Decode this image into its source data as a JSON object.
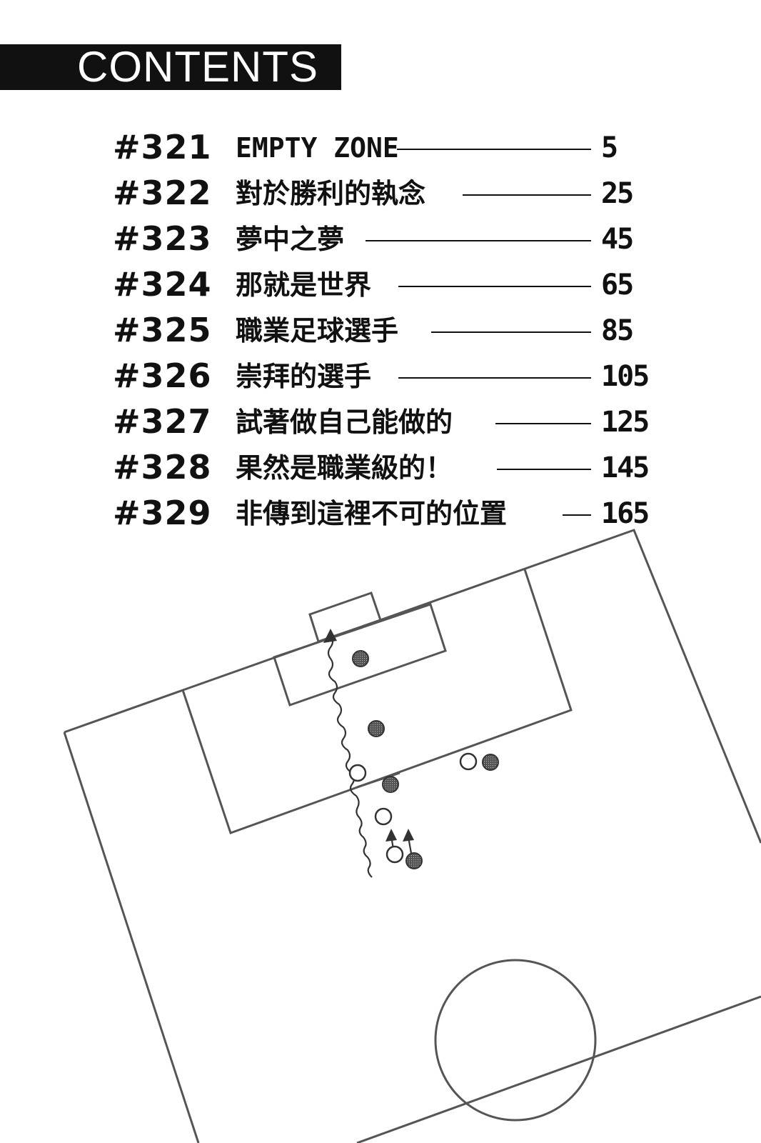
{
  "header": {
    "title": "CONTENTS"
  },
  "chapters": [
    {
      "number": "#321",
      "title": "EMPTY ZONE",
      "page": "5"
    },
    {
      "number": "#322",
      "title": "對於勝利的執念",
      "page": "25"
    },
    {
      "number": "#323",
      "title": "夢中之夢",
      "page": "45"
    },
    {
      "number": "#324",
      "title": "那就是世界",
      "page": "65"
    },
    {
      "number": "#325",
      "title": "職業足球選手",
      "page": "85"
    },
    {
      "number": "#326",
      "title": "崇拜的選手",
      "page": "105"
    },
    {
      "number": "#327",
      "title": "試著做自己能做的",
      "page": "125"
    },
    {
      "number": "#328",
      "title": "果然是職業級的！",
      "page": "145"
    },
    {
      "number": "#329",
      "title": "非傳到這裡不可的位置",
      "page": "165"
    }
  ]
}
